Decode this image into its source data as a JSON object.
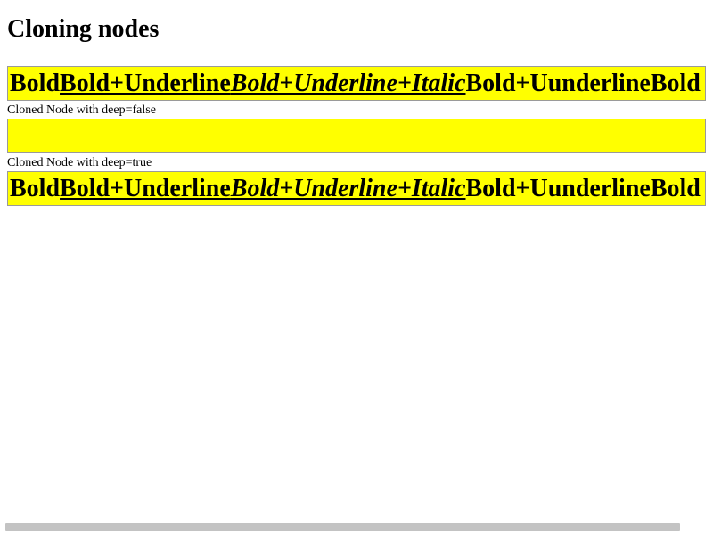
{
  "page": {
    "title": "Cloning nodes"
  },
  "original": {
    "segments": [
      "Bold",
      "Bold+Underline",
      "Bold+Underline+Italic",
      "Bold+Uunderline",
      "Bold"
    ]
  },
  "shallow": {
    "caption": "Cloned Node with deep=false"
  },
  "deep": {
    "caption": "Cloned Node with deep=true",
    "segments": [
      "Bold",
      "Bold+Underline",
      "Bold+Underline+Italic",
      "Bold+Uunderline",
      "Bold"
    ]
  },
  "colors": {
    "box_background": "#ffff00",
    "box_border": "#9a9a9a",
    "scrollbar": "#c3c3c3"
  }
}
